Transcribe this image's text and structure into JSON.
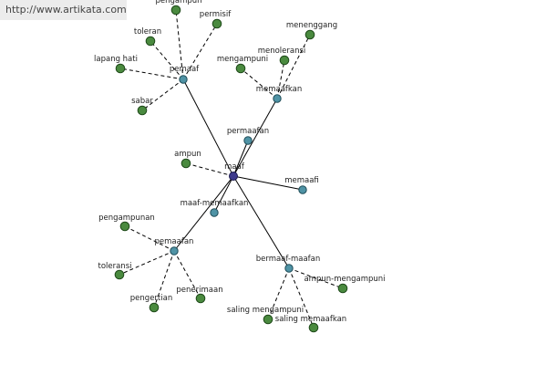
{
  "watermark": "http://www.artikata.com",
  "colors": {
    "center": "#3d3a8c",
    "hub": "#4f93a5",
    "leaf": "#4a8a3f"
  },
  "nodes": [
    {
      "id": "maaf",
      "label": "maaf",
      "kind": "center"
    },
    {
      "id": "pemaaf",
      "label": "pemaaf",
      "kind": "hub"
    },
    {
      "id": "memaafkan",
      "label": "memaafkan",
      "kind": "hub"
    },
    {
      "id": "permaafan",
      "label": "permaafan",
      "kind": "hub"
    },
    {
      "id": "memaafi",
      "label": "memaafi",
      "kind": "hub"
    },
    {
      "id": "maaf-memaafkan",
      "label": "maaf-memaafkan",
      "kind": "hub"
    },
    {
      "id": "pemaafan",
      "label": "pemaafan",
      "kind": "hub"
    },
    {
      "id": "bermaaf-maafan",
      "label": "bermaaf-maafan",
      "kind": "hub"
    },
    {
      "id": "pengampun",
      "label": "pengampun",
      "kind": "leaf"
    },
    {
      "id": "permisif",
      "label": "permisif",
      "kind": "leaf"
    },
    {
      "id": "toleran",
      "label": "toleran",
      "kind": "leaf"
    },
    {
      "id": "lapang-hati",
      "label": "lapang hati",
      "kind": "leaf"
    },
    {
      "id": "sabar",
      "label": "sabar",
      "kind": "leaf"
    },
    {
      "id": "menenggang",
      "label": "menenggang",
      "kind": "leaf"
    },
    {
      "id": "menoleransi",
      "label": "menoleransi",
      "kind": "leaf"
    },
    {
      "id": "mengampuni",
      "label": "mengampuni",
      "kind": "leaf"
    },
    {
      "id": "ampun",
      "label": "ampun",
      "kind": "leaf"
    },
    {
      "id": "pengampunan",
      "label": "pengampunan",
      "kind": "leaf"
    },
    {
      "id": "toleransi",
      "label": "toleransi",
      "kind": "leaf"
    },
    {
      "id": "pengertian",
      "label": "pengertian",
      "kind": "leaf"
    },
    {
      "id": "penerimaan",
      "label": "penerimaan",
      "kind": "leaf"
    },
    {
      "id": "ampun-mengampuni",
      "label": "ampun-mengampuni",
      "kind": "leaf"
    },
    {
      "id": "saling-mengampuni",
      "label": "saling mengampuni",
      "kind": "leaf"
    },
    {
      "id": "saling-memaafkan",
      "label": "saling memaafkan",
      "kind": "leaf"
    }
  ],
  "edges": [
    {
      "from": "maaf",
      "to": "pemaaf",
      "style": "solid"
    },
    {
      "from": "maaf",
      "to": "memaafkan",
      "style": "solid"
    },
    {
      "from": "maaf",
      "to": "permaafan",
      "style": "solid"
    },
    {
      "from": "maaf",
      "to": "memaafi",
      "style": "solid"
    },
    {
      "from": "maaf",
      "to": "maaf-memaafkan",
      "style": "solid"
    },
    {
      "from": "maaf",
      "to": "pemaafan",
      "style": "solid"
    },
    {
      "from": "maaf",
      "to": "bermaaf-maafan",
      "style": "solid"
    },
    {
      "from": "maaf",
      "to": "ampun",
      "style": "dashed"
    },
    {
      "from": "pemaaf",
      "to": "pengampun",
      "style": "dashed"
    },
    {
      "from": "pemaaf",
      "to": "permisif",
      "style": "dashed"
    },
    {
      "from": "pemaaf",
      "to": "toleran",
      "style": "dashed"
    },
    {
      "from": "pemaaf",
      "to": "lapang-hati",
      "style": "dashed"
    },
    {
      "from": "pemaaf",
      "to": "sabar",
      "style": "dashed"
    },
    {
      "from": "memaafkan",
      "to": "menenggang",
      "style": "dashed"
    },
    {
      "from": "memaafkan",
      "to": "menoleransi",
      "style": "dashed"
    },
    {
      "from": "memaafkan",
      "to": "mengampuni",
      "style": "dashed"
    },
    {
      "from": "pemaafan",
      "to": "pengampunan",
      "style": "dashed"
    },
    {
      "from": "pemaafan",
      "to": "toleransi",
      "style": "dashed"
    },
    {
      "from": "pemaafan",
      "to": "pengertian",
      "style": "dashed"
    },
    {
      "from": "pemaafan",
      "to": "penerimaan",
      "style": "dashed"
    },
    {
      "from": "bermaaf-maafan",
      "to": "ampun-mengampuni",
      "style": "dashed"
    },
    {
      "from": "bermaaf-maafan",
      "to": "saling-mengampuni",
      "style": "dashed"
    },
    {
      "from": "bermaaf-maafan",
      "to": "saling-memaafkan",
      "style": "dashed"
    }
  ]
}
